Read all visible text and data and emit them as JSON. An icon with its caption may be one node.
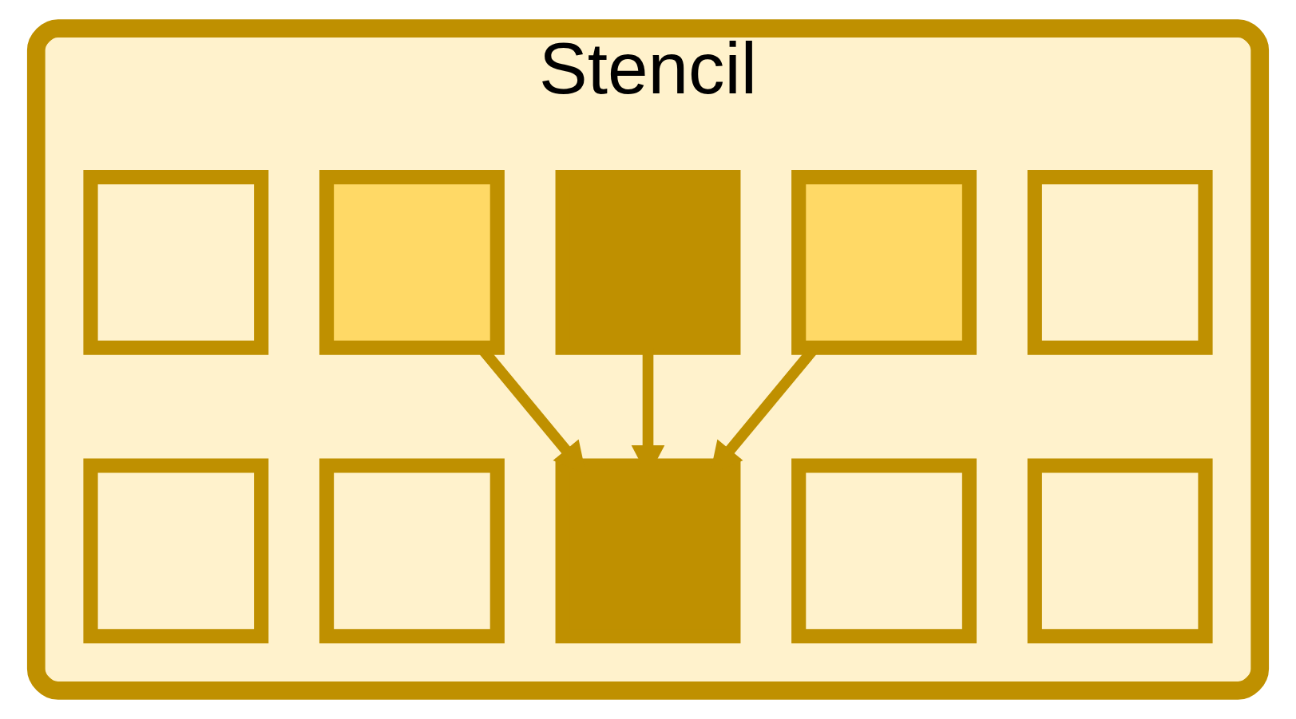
{
  "diagram": {
    "nodes": [
      {
        "text": [
          "Stencil"
        ]
      },
      {
        "text": [],
        "shape": "box",
        "in": 0
      },
      {
        "text": [],
        "shape": "box",
        "in": 0
      },
      {
        "text": [],
        "shape": "box",
        "in": 0
      },
      {
        "text": [],
        "shape": "box",
        "in": 0
      },
      {
        "text": [],
        "shape": "box",
        "in": 0
      },
      {
        "text": [],
        "shape": "box",
        "in": 0
      },
      {
        "text": [],
        "shape": "box",
        "in": 0
      },
      {
        "text": [],
        "shape": "box",
        "in": 0
      },
      {
        "text": [],
        "shape": "box",
        "in": 0
      },
      {
        "text": [],
        "shape": "box",
        "in": 0
      }
    ],
    "edges": [
      {
        "from": 2,
        "to": 8,
        "arrow": "to"
      },
      {
        "from": 3,
        "to": 8,
        "arrow": "to"
      },
      {
        "from": 4,
        "to": 8,
        "arrow": "to"
      }
    ]
  }
}
